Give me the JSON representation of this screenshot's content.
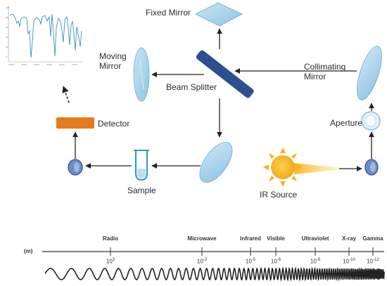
{
  "labels": {
    "fixed_mirror": "Fixed Mirror",
    "moving_mirror": "Moving\nMirror",
    "beam_splitter": "Beam Splitter",
    "collimating_mirror": "Collimating\nMirror",
    "detector": "Detector",
    "aperture": "Aperture",
    "sample": "Sample",
    "ir_source": "IR Source"
  },
  "spectrum": {
    "unit_label": "(m)",
    "regions": [
      {
        "name": "Radio",
        "exponent": "3"
      },
      {
        "name": "Microwave",
        "exponent": "-2"
      },
      {
        "name": "Infrared",
        "exponent": "-5"
      },
      {
        "name": "Visible",
        "exponent": "-6"
      },
      {
        "name": "Ultraviolet",
        "exponent": "-8"
      },
      {
        "name": "X-ray",
        "exponent": "-10"
      },
      {
        "name": "Gamma",
        "exponent": "-12"
      }
    ],
    "base": "10"
  },
  "colors": {
    "mirror_fill": "#a9d2ea",
    "beam_splitter": "#2e4f8f",
    "detector": "#e57a1e",
    "sun": "#f3b21b",
    "arrow": "#222222",
    "lens_dark": "#4f6fa8"
  }
}
